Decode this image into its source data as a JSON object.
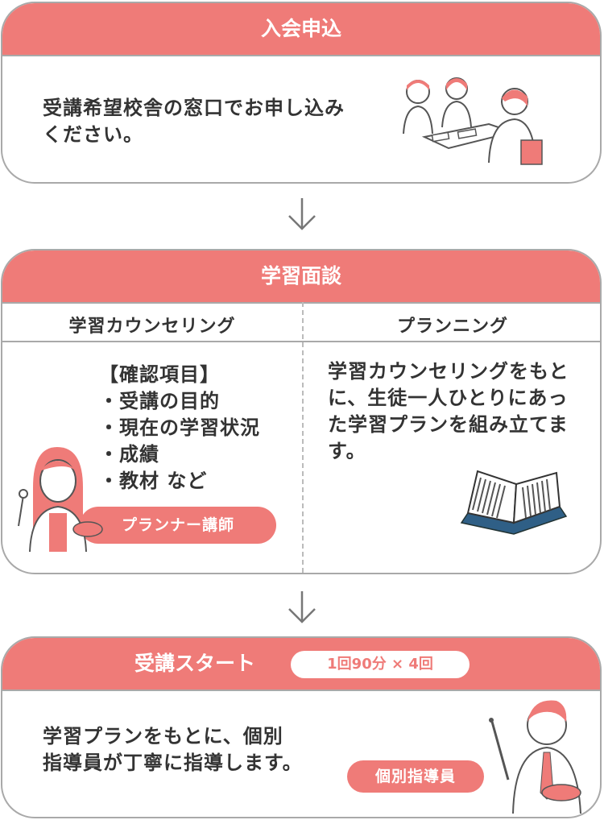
{
  "step1": {
    "title": "入会申込",
    "body_line1": "受講希望校舎の窓口でお申し込み",
    "body_line2": "ください。",
    "illustration": "consultation-desk-illustration"
  },
  "step2": {
    "title": "学習面談",
    "left": {
      "heading": "学習カウンセリング",
      "list_title": "【確認項目】",
      "items": [
        "受講の目的",
        "現在の学習状況",
        "成績",
        "教材 など"
      ],
      "role_label": "プランナー講師",
      "illustration": "planner-teacher-illustration"
    },
    "right": {
      "heading": "プランニング",
      "body_line1": "学習カウンセリングをもと",
      "body_line2": "に、生徒一人ひとりにあっ",
      "body_line3": "た学習プランを組み立てま",
      "body_line4": "す。",
      "illustration": "open-book-illustration"
    }
  },
  "step3": {
    "title": "受講スタート",
    "badge": "1回90分 × 4回",
    "body_line1": "学習プランをもとに、個別",
    "body_line2": "指導員が丁寧に指導します。",
    "role_label": "個別指導員",
    "illustration": "tutor-illustration"
  },
  "colors": {
    "accent": "#ef7b78",
    "border": "#a9a9a9",
    "text": "#333333"
  },
  "icons": {
    "arrow": "arrow-down-icon"
  }
}
